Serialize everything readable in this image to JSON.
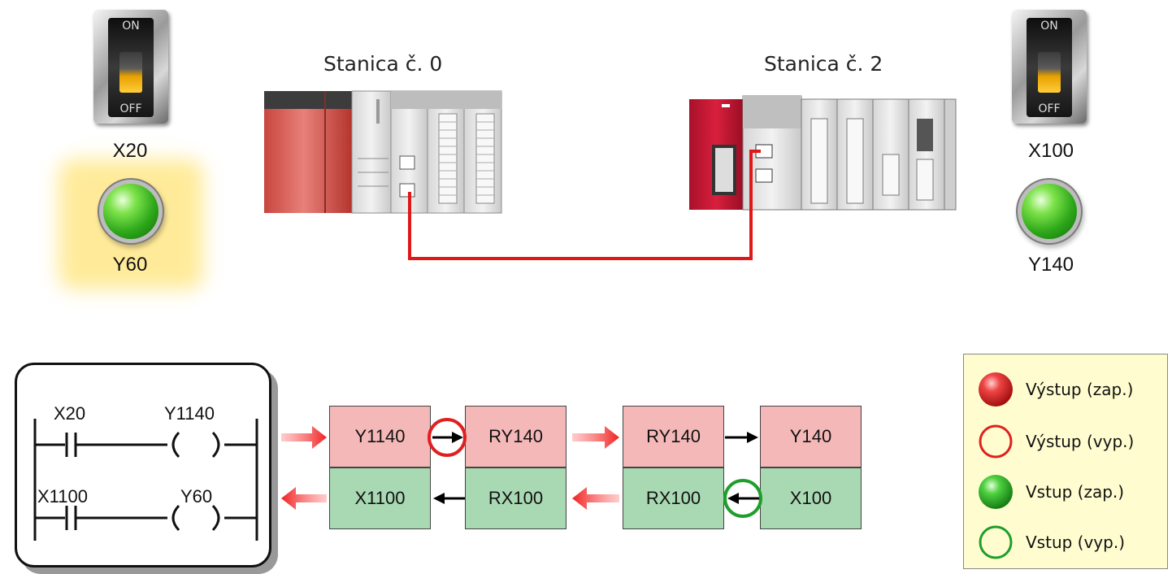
{
  "stations": {
    "left_label": "Stanica č. 0",
    "right_label": "Stanica č. 2"
  },
  "left_io": {
    "switch_on": "ON",
    "switch_off": "OFF",
    "input_label": "X20",
    "output_label": "Y60",
    "output_lit": true
  },
  "right_io": {
    "switch_on": "ON",
    "switch_off": "OFF",
    "input_label": "X100",
    "output_label": "Y140",
    "output_lit": true
  },
  "ladder": {
    "rung1_contact": "X20",
    "rung1_coil": "Y1140",
    "rung2_contact": "X1100",
    "rung2_coil": "Y60"
  },
  "flow": {
    "top_row": [
      "Y1140",
      "RY140",
      "RY140",
      "Y140"
    ],
    "bottom_row": [
      "X1100",
      "RX100",
      "RX100",
      "X100"
    ]
  },
  "legend": {
    "items": [
      {
        "label": "Výstup (zap.)",
        "kind": "output-on"
      },
      {
        "label": "Výstup (vyp.)",
        "kind": "output-off"
      },
      {
        "label": "Vstup (zap.)",
        "kind": "input-on"
      },
      {
        "label": "Vstup (vyp.)",
        "kind": "input-off"
      }
    ]
  },
  "colors": {
    "output_red": "#e02020",
    "input_green": "#1e9e2a",
    "cable_red": "#e01818",
    "highlight": "#ffe680",
    "cell_pink": "#f5b8b8",
    "cell_green": "#a9d9b3"
  }
}
